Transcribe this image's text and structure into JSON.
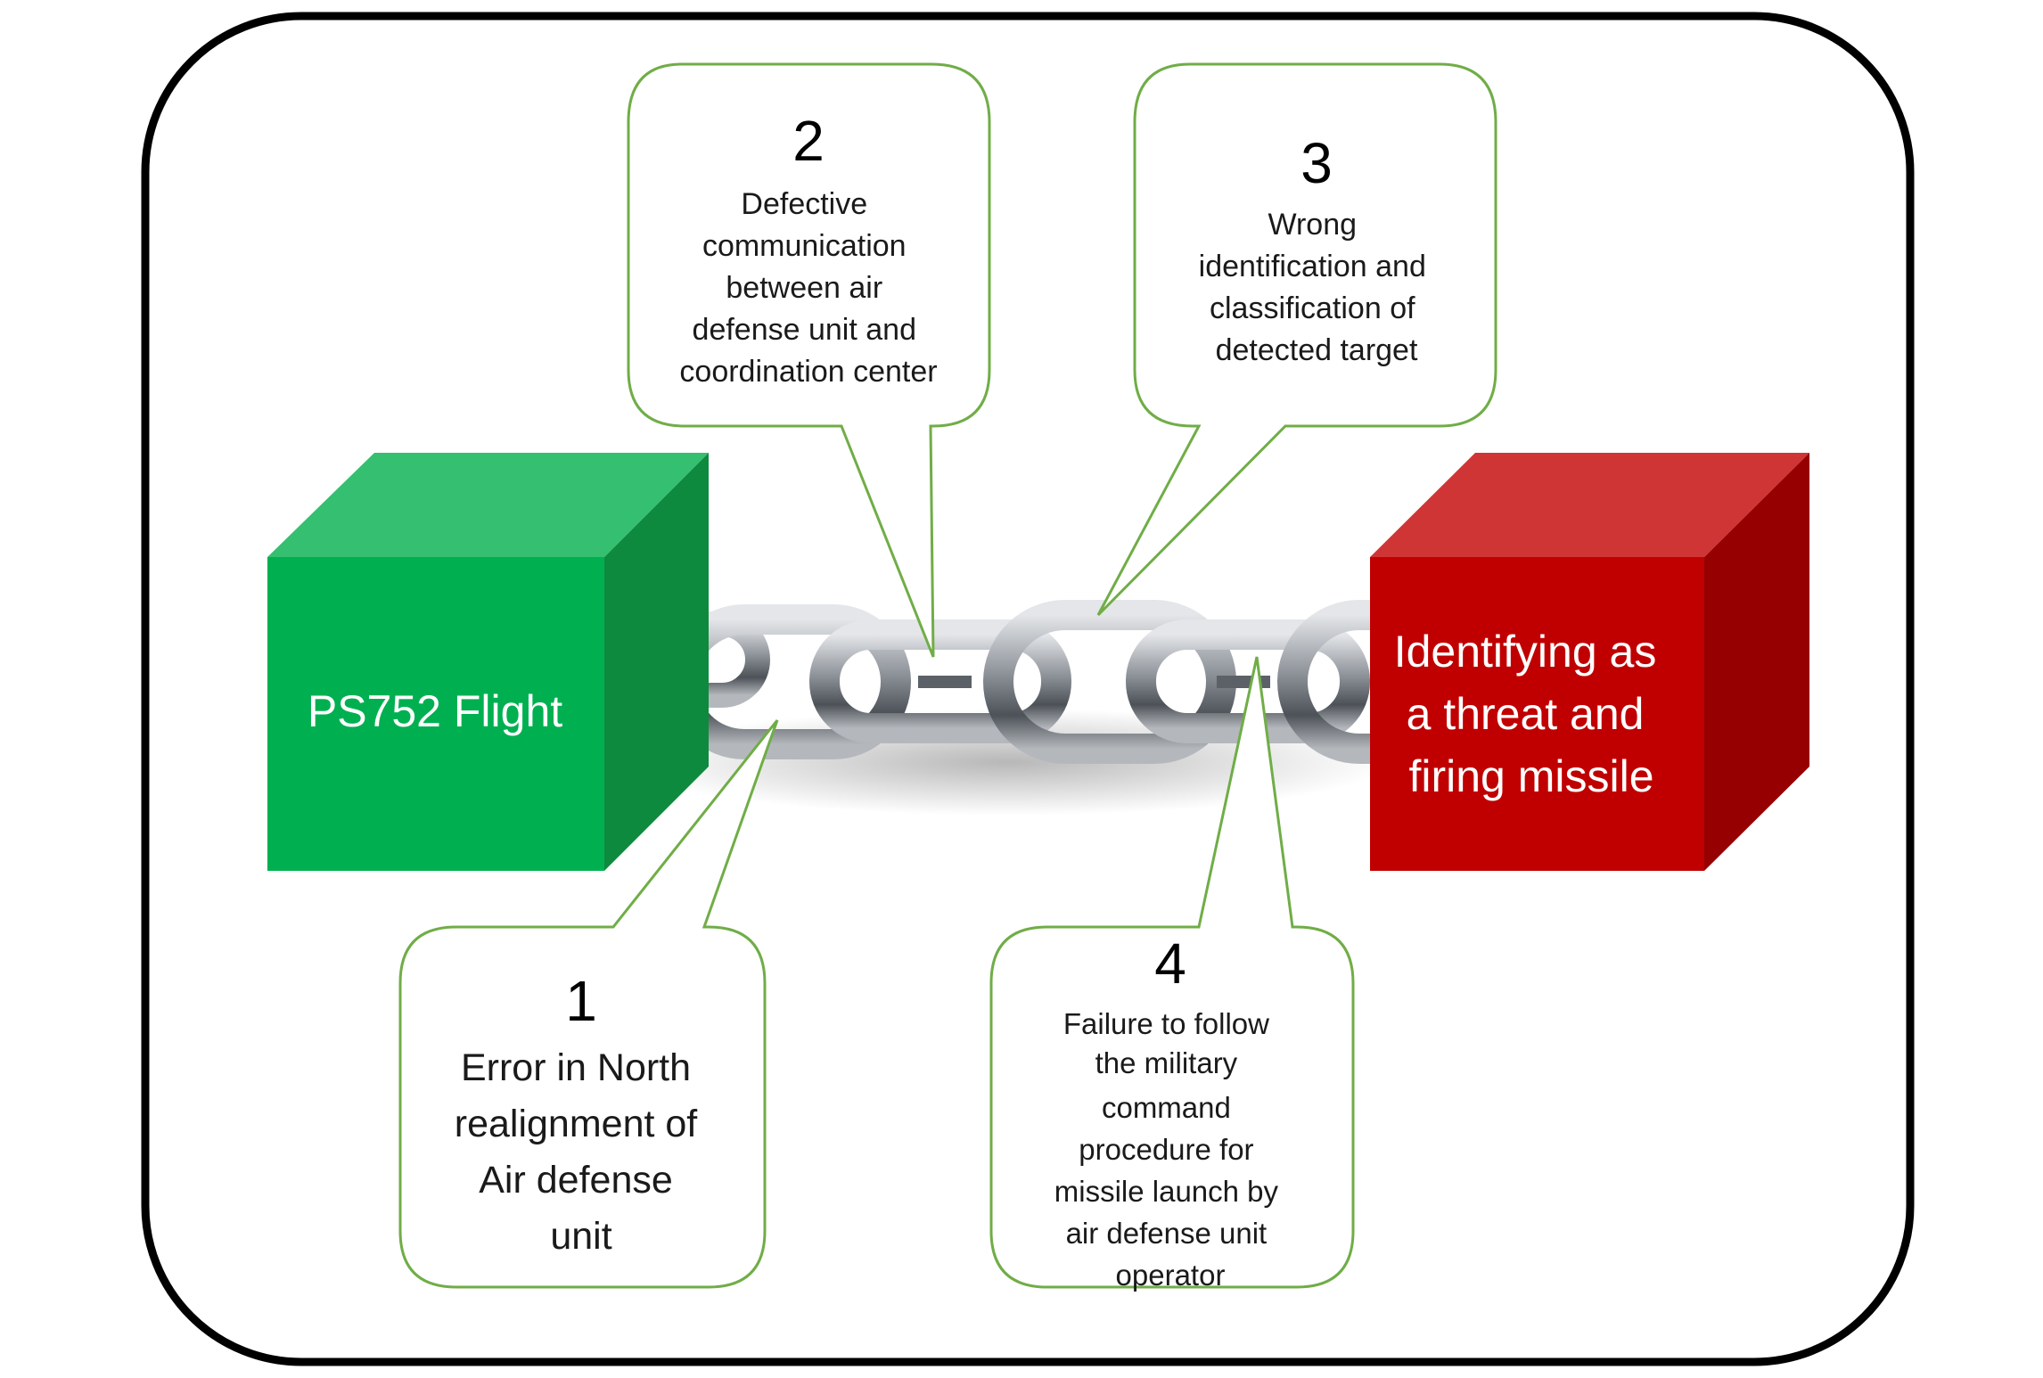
{
  "diagram": {
    "start_block": {
      "label": "PS752 Flight",
      "colors": {
        "front": "#00B050",
        "top": "#34C070",
        "side": "#0E8A3E"
      }
    },
    "end_block": {
      "lines": [
        "Identifying as",
        "a threat and",
        "firing missile"
      ],
      "colors": {
        "front": "#C00000",
        "top": "#D03535",
        "side": "#960000"
      }
    },
    "chain": {
      "description_icon": "chain-icon",
      "color": "#8a8f96"
    },
    "callouts": [
      {
        "number": "1",
        "lines": [
          "Error in North",
          "realignment of",
          "Air defense",
          "unit"
        ]
      },
      {
        "number": "2",
        "lines": [
          "Defective",
          "communication",
          "between air",
          "defense unit and",
          "coordination center"
        ]
      },
      {
        "number": "3",
        "lines": [
          "Wrong",
          "identification and",
          "classification of",
          "detected target"
        ]
      },
      {
        "number": "4",
        "lines": [
          "Failure to follow",
          "the military",
          "command",
          "procedure for",
          "missile launch by",
          "air defense unit",
          "operator"
        ]
      }
    ],
    "callout_border_color": "#70AD47",
    "frame_border_color": "#000000"
  }
}
